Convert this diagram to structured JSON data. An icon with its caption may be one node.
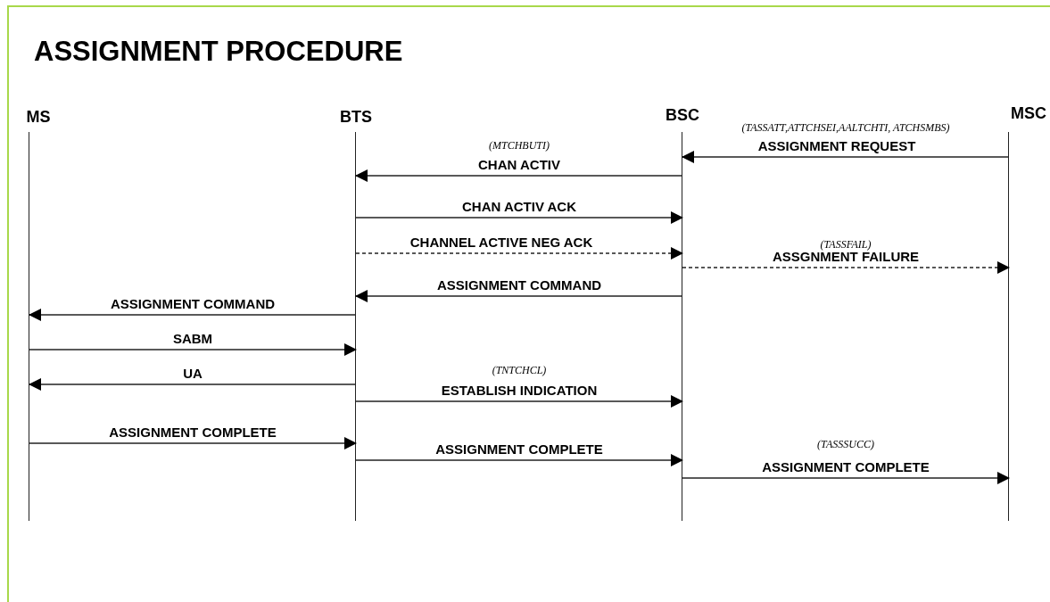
{
  "diagram": {
    "title": "ASSIGNMENT PROCEDURE",
    "nodes": [
      {
        "text": [
          "MS"
        ]
      },
      {
        "text": [
          "BTS"
        ]
      },
      {
        "text": [
          "BSC"
        ]
      },
      {
        "text": [
          "MSC"
        ]
      }
    ],
    "edges": [
      {
        "from": 3,
        "to": 2,
        "arrow": "to",
        "label": "ASSIGNMENT REQUEST"
      },
      {
        "from": 2,
        "to": 1,
        "arrow": "to",
        "label": "CHAN ACTIV"
      },
      {
        "from": 1,
        "to": 2,
        "arrow": "to",
        "label": "CHAN ACTIV ACK"
      },
      {
        "from": 1,
        "to": 2,
        "arrow": "to",
        "label": "CHANNEL ACTIVE NEG ACK",
        "style": "dashed"
      },
      {
        "from": 2,
        "to": 3,
        "arrow": "to",
        "label": "ASSGNMENT FAILURE",
        "style": "dashed"
      },
      {
        "from": 2,
        "to": 1,
        "arrow": "to",
        "label": "ASSIGNMENT COMMAND"
      },
      {
        "from": 1,
        "to": 0,
        "arrow": "to",
        "label": "ASSIGNMENT COMMAND"
      },
      {
        "from": 0,
        "to": 1,
        "arrow": "to",
        "label": "SABM"
      },
      {
        "from": 1,
        "to": 0,
        "arrow": "to",
        "label": "UA"
      },
      {
        "from": 1,
        "to": 2,
        "arrow": "to",
        "label": "ESTABLISH INDICATION"
      },
      {
        "from": 0,
        "to": 1,
        "arrow": "to",
        "label": "ASSIGNMENT COMPLETE"
      },
      {
        "from": 1,
        "to": 2,
        "arrow": "to",
        "label": "ASSIGNMENT COMPLETE"
      },
      {
        "from": 2,
        "to": 3,
        "arrow": "to",
        "label": "ASSIGNMENT COMPLETE"
      }
    ],
    "labels": [
      "(TASSATT,ATTCHSEI,AALTCHTI, ATCHSMBS)",
      "(MTCHBUTI)",
      "(TASSFAIL)",
      "(TNTCHCL)",
      "(TASSSUCC)"
    ]
  }
}
